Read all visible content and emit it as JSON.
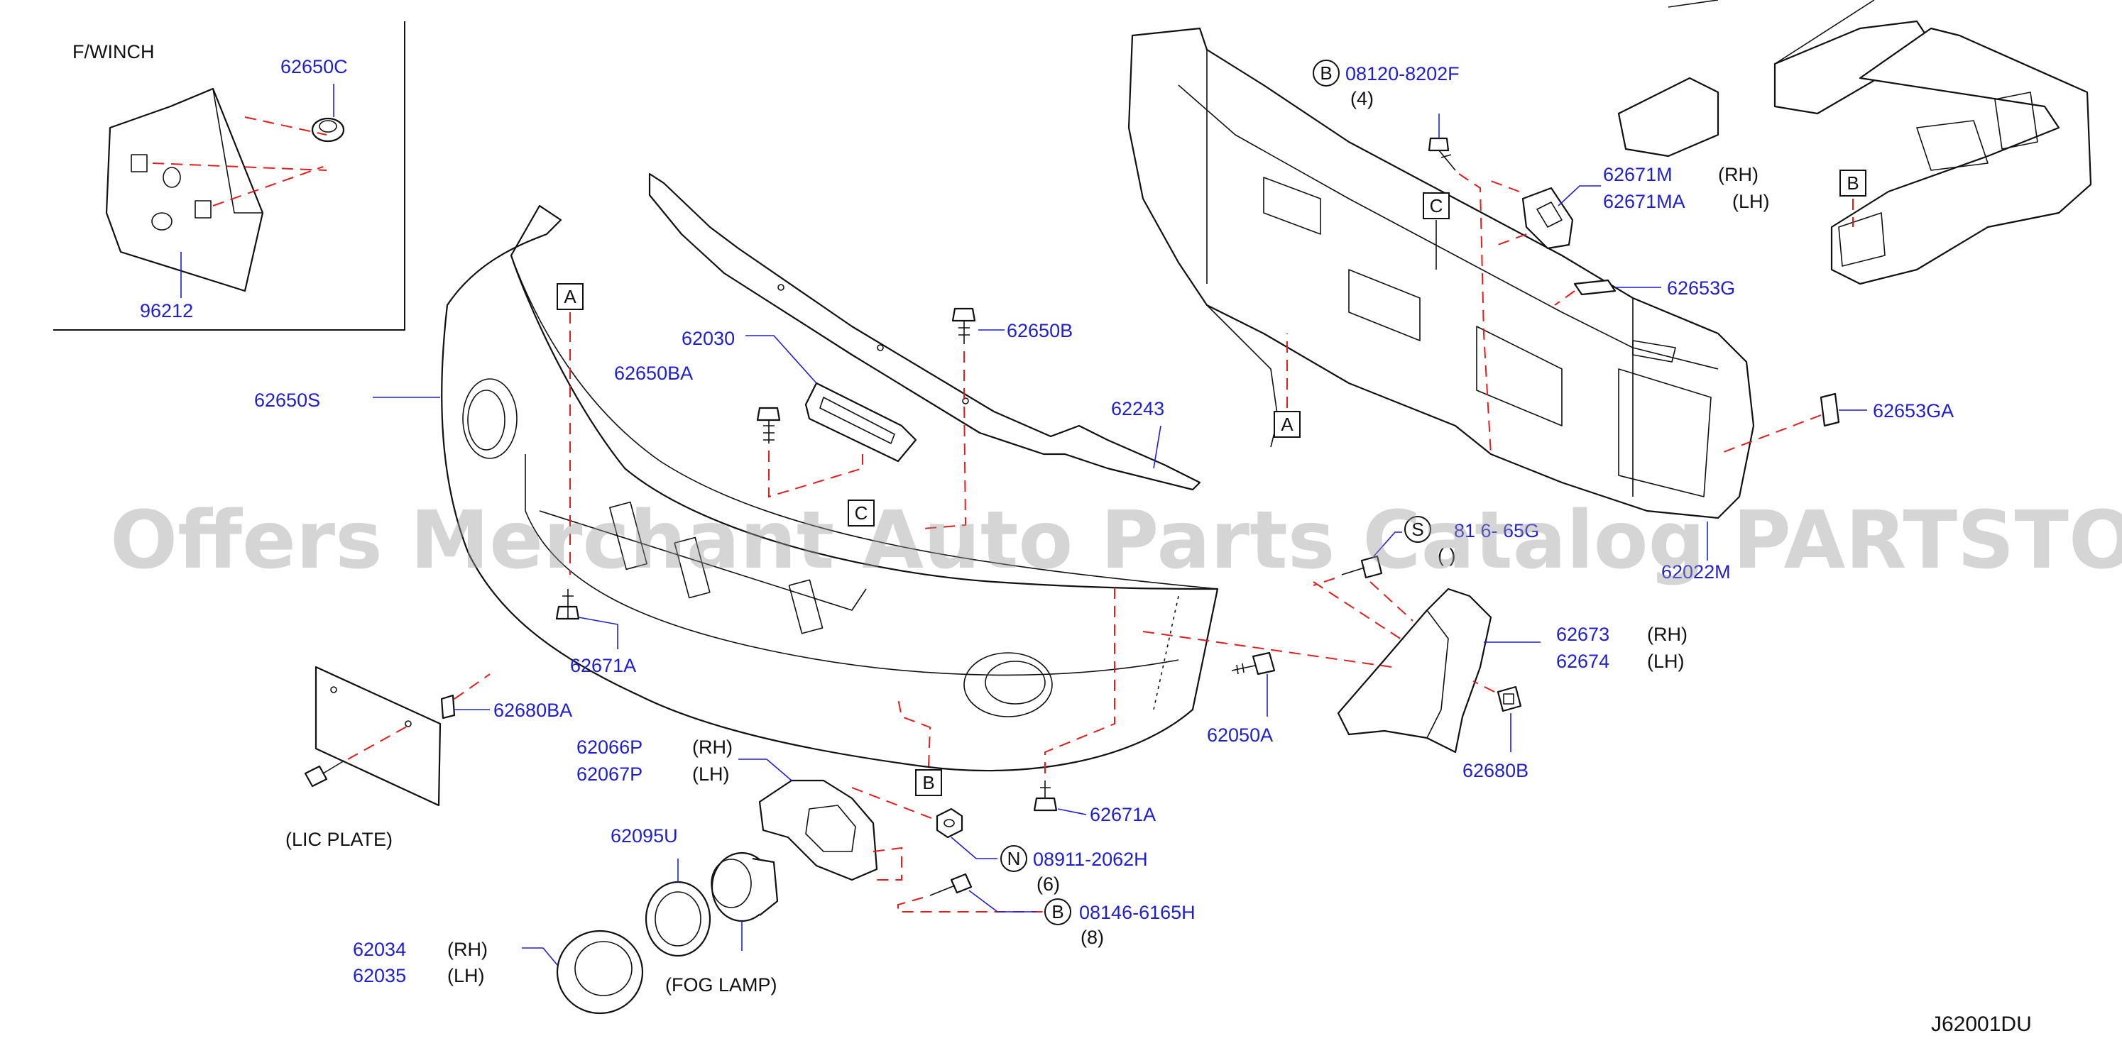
{
  "watermark": "Offers Merchant Auto Parts Catalog PARTSTORE.SA",
  "diagram_code": "J62001DU",
  "inset_title": "F/WINCH",
  "notes": {
    "lic_plate": "(LIC   PLATE)",
    "fog_lamp": "(FOG   LAMP)"
  },
  "callouts": [
    {
      "id": "62650C",
      "part": "62650C",
      "side": ""
    },
    {
      "id": "96212",
      "part": "96212",
      "side": ""
    },
    {
      "id": "62650S",
      "part": "62650S",
      "side": ""
    },
    {
      "id": "62030",
      "part": "62030",
      "side": ""
    },
    {
      "id": "62650BA",
      "part": "62650BA",
      "side": ""
    },
    {
      "id": "62650B",
      "part": "62650B",
      "side": ""
    },
    {
      "id": "62243",
      "part": "62243",
      "side": ""
    },
    {
      "id": "62671A-left",
      "part": "62671A",
      "side": ""
    },
    {
      "id": "62680BA",
      "part": "62680BA",
      "side": ""
    },
    {
      "id": "62066P",
      "part": "62066P",
      "side": "(RH)"
    },
    {
      "id": "62067P",
      "part": "62067P",
      "side": "(LH)"
    },
    {
      "id": "62095U",
      "part": "62095U",
      "side": ""
    },
    {
      "id": "62034",
      "part": "62034",
      "side": "(RH)"
    },
    {
      "id": "62035",
      "part": "62035",
      "side": "(LH)"
    },
    {
      "id": "62671A-right",
      "part": "62671A",
      "side": ""
    },
    {
      "id": "08911-2062H",
      "part": "08911-2062H",
      "side": "(6)"
    },
    {
      "id": "08146-6165H",
      "part": "08146-6165H",
      "side": "(8)"
    },
    {
      "id": "62050A",
      "part": "62050A",
      "side": ""
    },
    {
      "id": "62673",
      "part": "62673",
      "side": "(RH)"
    },
    {
      "id": "62674",
      "part": "62674",
      "side": "(LH)"
    },
    {
      "id": "62680B",
      "part": "62680B",
      "side": ""
    },
    {
      "id": "08120-8202F",
      "part": "08120-8202F",
      "side": "(4)"
    },
    {
      "id": "62671M",
      "part": "62671M",
      "side": "(RH)"
    },
    {
      "id": "62671MA",
      "part": "62671MA",
      "side": "(LH)"
    },
    {
      "id": "62653G",
      "part": "62653G",
      "side": ""
    },
    {
      "id": "62653GA",
      "part": "62653GA",
      "side": ""
    },
    {
      "id": "62022M",
      "part": "62022M",
      "side": ""
    },
    {
      "id": "81x-6x65x",
      "part": "81  6-  65G",
      "side": "(  )"
    }
  ],
  "ref_markers": {
    "box_A": "A",
    "box_B": "B",
    "box_C": "C",
    "circ_B": "B",
    "circ_N": "N",
    "circ_S": "S"
  }
}
